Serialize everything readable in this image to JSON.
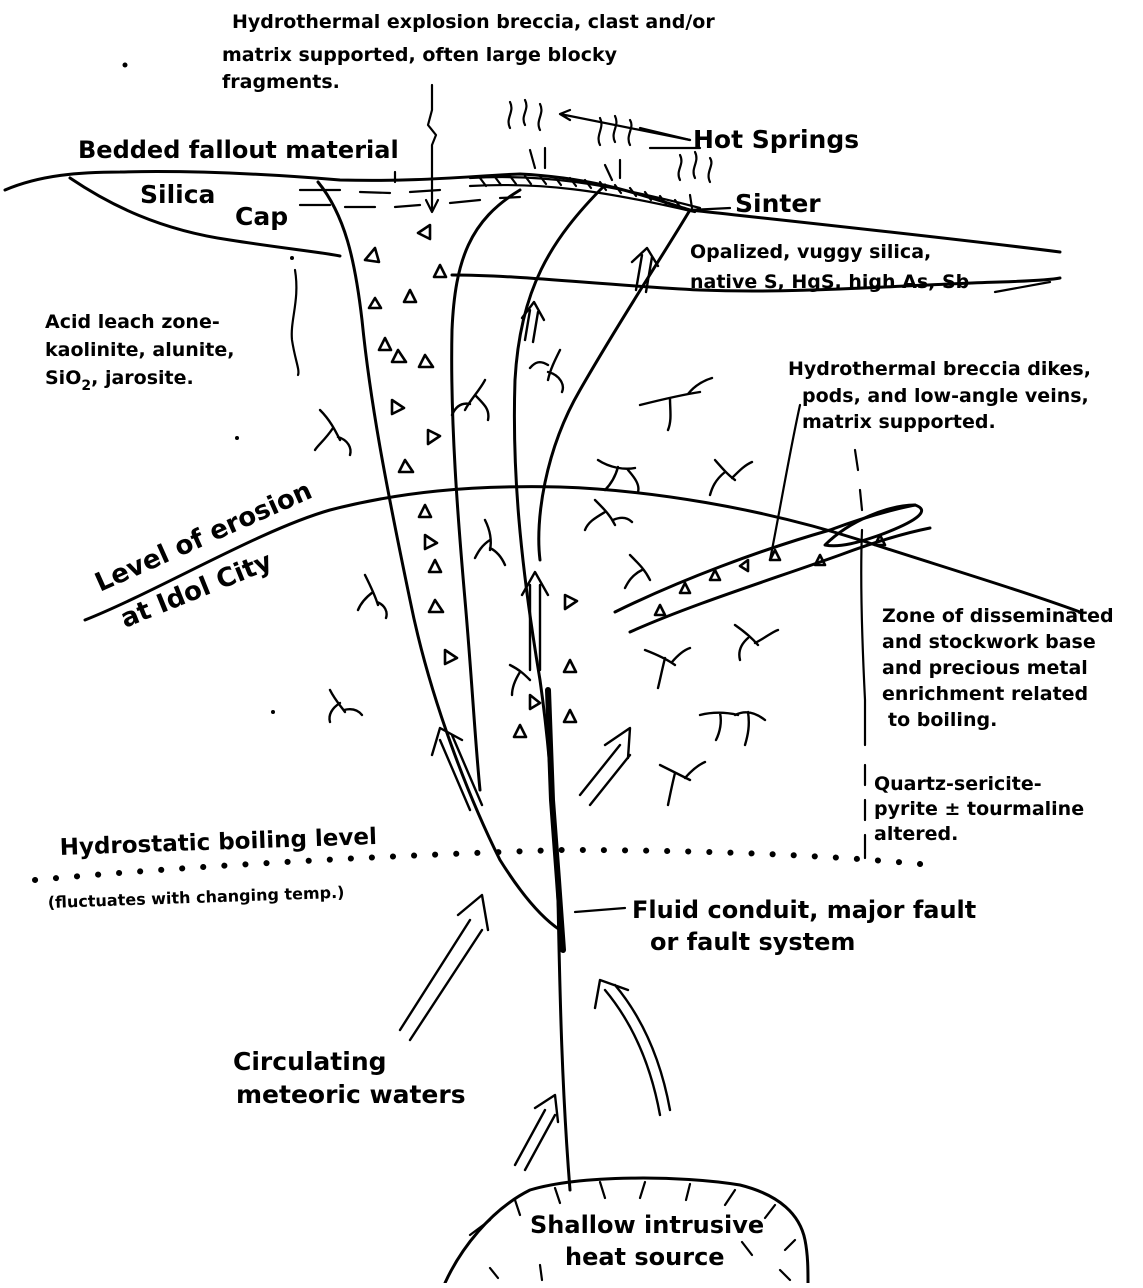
{
  "labels": {
    "explosion_breccia": [
      "Hydrothermal explosion breccia, clast and/or",
      "matrix supported, often large blocky",
      "fragments."
    ],
    "bedded_fallout": "Bedded fallout material",
    "hot_springs": "Hot Springs",
    "silica": "Silica",
    "cap": "Cap",
    "sinter": "Sinter",
    "opalized": [
      "Opalized, vuggy silica,",
      "native S, HgS, high As, Sb"
    ],
    "acid_leach": [
      "Acid leach zone-",
      "kaolinite, alunite,",
      "SiO",
      "2",
      ",  jarosite."
    ],
    "breccia_dikes": [
      "Hydrothermal breccia dikes,",
      "pods, and low-angle veins,",
      "matrix supported."
    ],
    "erosion": [
      "Level of erosion",
      "at Idol City"
    ],
    "disseminated_zone": [
      "Zone of disseminated",
      "and stockwork base",
      "and precious metal",
      "enrichment related",
      "to boiling."
    ],
    "quartz_sericite": [
      "Quartz-sericite-",
      "pyrite ± tourmaline",
      "altered."
    ],
    "boiling_level": "Hydrostatic boiling level",
    "fluctuates": "(fluctuates with changing temp.)",
    "fluid_conduit": [
      "Fluid conduit, major fault",
      "or fault system"
    ],
    "meteoric": [
      "Circulating",
      "meteoric waters"
    ],
    "heat_source": [
      "Shallow intrusive",
      "heat source"
    ]
  }
}
